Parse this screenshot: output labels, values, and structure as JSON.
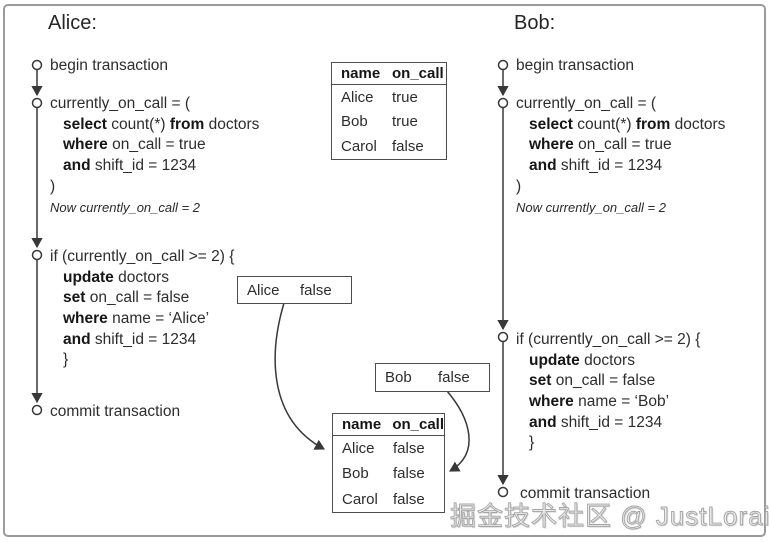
{
  "watermark": "掘金技术社区 @ JustLorain",
  "alice": {
    "title": "Alice:",
    "begin": "begin transaction",
    "commit": "commit transaction",
    "query": {
      "l1": "currently_on_call = (",
      "kw_select": "select",
      "select_mid": " count(*) ",
      "kw_from": "from",
      "from_rest": " doctors",
      "kw_where": "where",
      "where_rest": " on_call = true",
      "kw_and": "and",
      "and_rest": " shift_id = 1234",
      "close": ")",
      "note": "Now currently_on_call = 2"
    },
    "ifblock": {
      "l1": "if (currently_on_call >= 2) {",
      "kw_update": "update",
      "update_rest": " doctors",
      "kw_set": "set",
      "set_rest": " on_call = false",
      "kw_where": "where",
      "where_rest": " name = ‘Alice’",
      "kw_and": "and",
      "and_rest": " shift_id = 1234",
      "close": "}"
    }
  },
  "bob": {
    "title": "Bob:",
    "begin": "begin transaction",
    "commit": "commit transaction",
    "query": {
      "l1": "currently_on_call = (",
      "kw_select": "select",
      "select_mid": " count(*) ",
      "kw_from": "from",
      "from_rest": " doctors",
      "kw_where": "where",
      "where_rest": " on_call = true",
      "kw_and": "and",
      "and_rest": " shift_id = 1234",
      "close": ")",
      "note": "Now currently_on_call = 2"
    },
    "ifblock": {
      "l1": "if (currently_on_call >= 2) {",
      "kw_update": "update",
      "update_rest": " doctors",
      "kw_set": "set",
      "set_rest": " on_call = false",
      "kw_where": "where",
      "where_rest": " name = ‘Bob’",
      "kw_and": "and",
      "and_rest": " shift_id = 1234",
      "close": "}"
    }
  },
  "tables": {
    "initial": {
      "col1": "name",
      "col2": "on_call",
      "rows": [
        [
          "Alice",
          "true"
        ],
        [
          "Bob",
          "true"
        ],
        [
          "Carol",
          "false"
        ]
      ]
    },
    "final": {
      "col1": "name",
      "col2": "on_call",
      "rows": [
        [
          "Alice",
          "false"
        ],
        [
          "Bob",
          "false"
        ],
        [
          "Carol",
          "false"
        ]
      ]
    }
  },
  "update_boxes": {
    "alice": {
      "name": "Alice",
      "value": "false"
    },
    "bob": {
      "name": "Bob",
      "value": "false"
    }
  },
  "colors": {
    "stroke": "#3a3a3a",
    "border": "#4d4d4d",
    "text": "#2d2d2d",
    "watermark_fill": "#ececec"
  }
}
